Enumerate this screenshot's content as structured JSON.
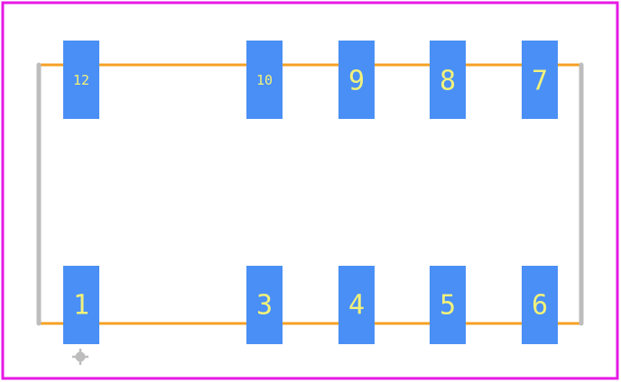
{
  "colors": {
    "background": "#ffffff",
    "board_outline": "#e619e6",
    "silkscreen_orange": "#f5a025",
    "silkscreen_grey": "#bdbdbd",
    "pad": "#4a8ff5",
    "pad_label": "#f2f27a"
  },
  "top_row_pads": [
    {
      "label": "12"
    },
    {
      "label": "10"
    },
    {
      "label": "9"
    },
    {
      "label": "8"
    },
    {
      "label": "7"
    }
  ],
  "bottom_row_pads": [
    {
      "label": "1"
    },
    {
      "label": "3"
    },
    {
      "label": "4"
    },
    {
      "label": "5"
    },
    {
      "label": "6"
    }
  ],
  "pin1_marker_icon": "crosshair-circle-icon"
}
